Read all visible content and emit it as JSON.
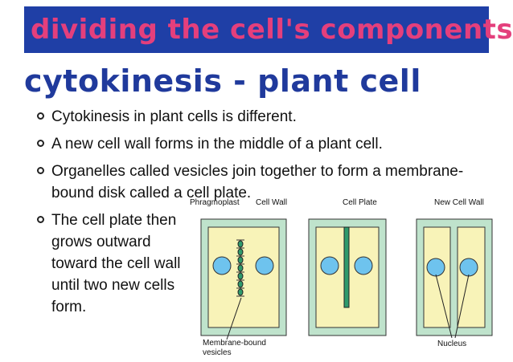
{
  "banner": {
    "title": "dividing the cell's components"
  },
  "subtitle": "cytokinesis - plant cell",
  "bullets": [
    {
      "text": "Cytokinesis in plant cells is different."
    },
    {
      "text": "A new cell wall forms in the middle of a plant cell."
    },
    {
      "text": "Organelles called vesicles join together to form a membrane-bound disk called a cell plate."
    },
    {
      "text": "The cell plate then grows outward toward the cell wall until two new cells form."
    }
  ],
  "diagram": {
    "labels": {
      "phragmoplast": "Phragmoplast",
      "cell_wall": "Cell Wall",
      "cell_plate": "Cell Plate",
      "new_cell_wall": "New Cell Wall",
      "vesicles_line1": "Membrane-bound",
      "vesicles_line2": "vesicles",
      "nucleus": "Nucleus"
    },
    "colors": {
      "cell_fill": "#f8f3b8",
      "wall_fill": "#bfe3cc",
      "nucleus_fill": "#6ec3ee",
      "plate_fill": "#2f9a6c"
    }
  }
}
